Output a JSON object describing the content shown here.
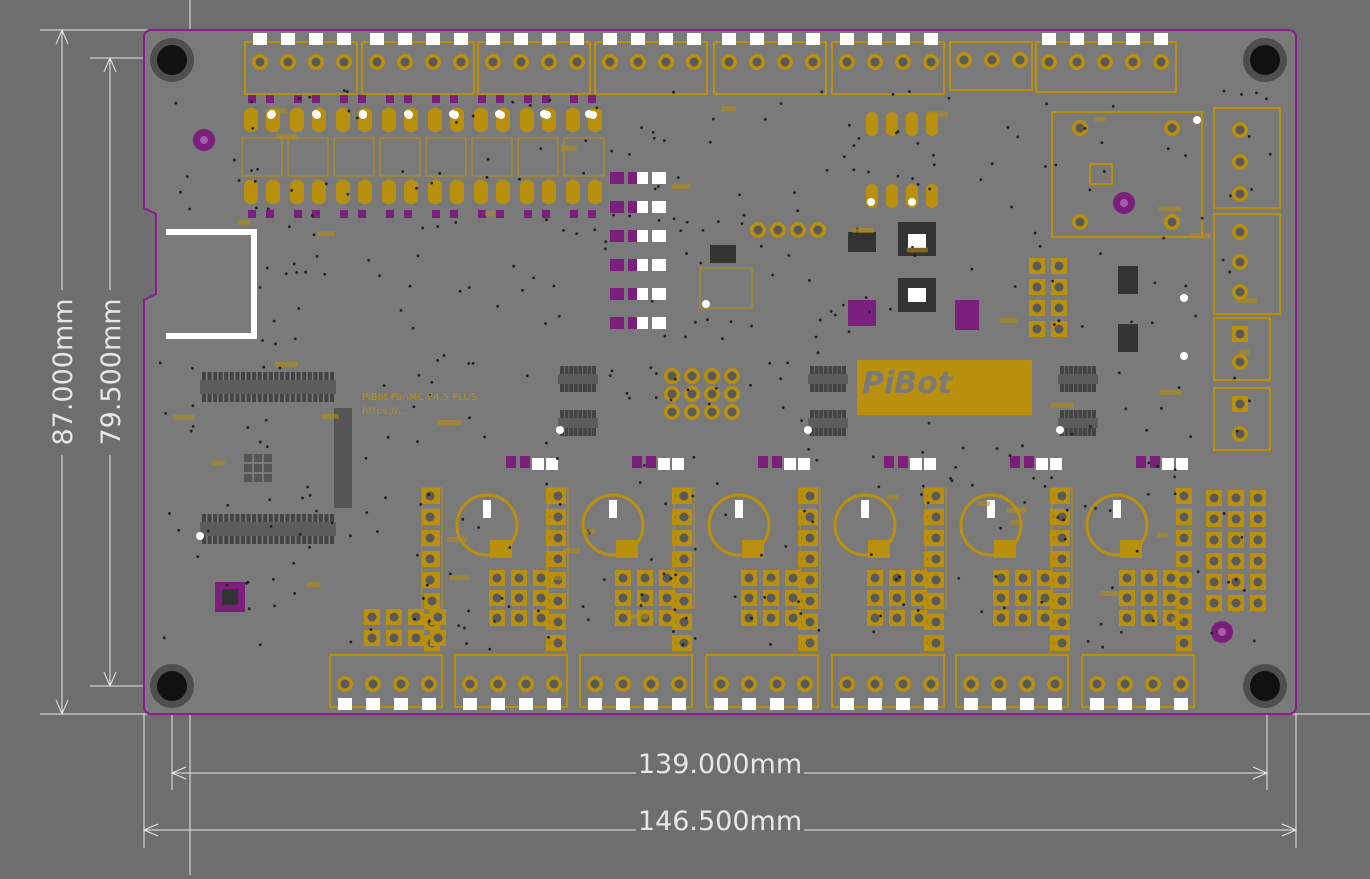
{
  "colors": {
    "background": "#6e6e6e",
    "board": "#7a7a7a",
    "board_outline": "#8b1d8f",
    "copper": "#b8900d",
    "silkscreen": "#ffffff",
    "dimension": "#e6e6e6",
    "logo_fill": "#b8900d"
  },
  "dimensions": {
    "outer_height": "87.000mm",
    "hole_height": "79.500mm",
    "hole_width": "139.000mm",
    "outer_width": "146.500mm"
  },
  "board": {
    "logo_text": "PiBot",
    "logo_sub": "",
    "silk_line1": "PiBot PanMC F4.5 PLUS",
    "silk_line2": "https://..."
  }
}
